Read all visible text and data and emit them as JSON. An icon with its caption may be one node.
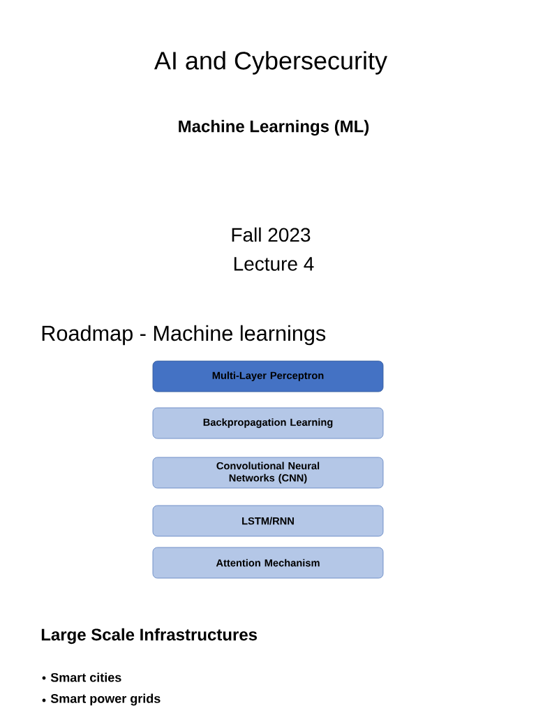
{
  "diagram": {
    "title": "AI and Cybersecurity",
    "nodes": [
      {
        "text": [
          "Multi-Layer Perceptron"
        ]
      },
      {
        "text": [
          "Backpropagation Learning"
        ]
      },
      {
        "text": [
          "Convolutional Neural Networks (CNN)"
        ]
      },
      {
        "text": [
          "LSTM/RNN"
        ]
      },
      {
        "text": [
          "Attention Mechanism"
        ]
      }
    ],
    "labels": [
      "Machine Learnings (ML)",
      "Fall 2023",
      "Lecture 4",
      "Roadmap - Machine learnings",
      "Large Scale Infrastructures",
      "Smart cities",
      "Smart power grids"
    ]
  }
}
